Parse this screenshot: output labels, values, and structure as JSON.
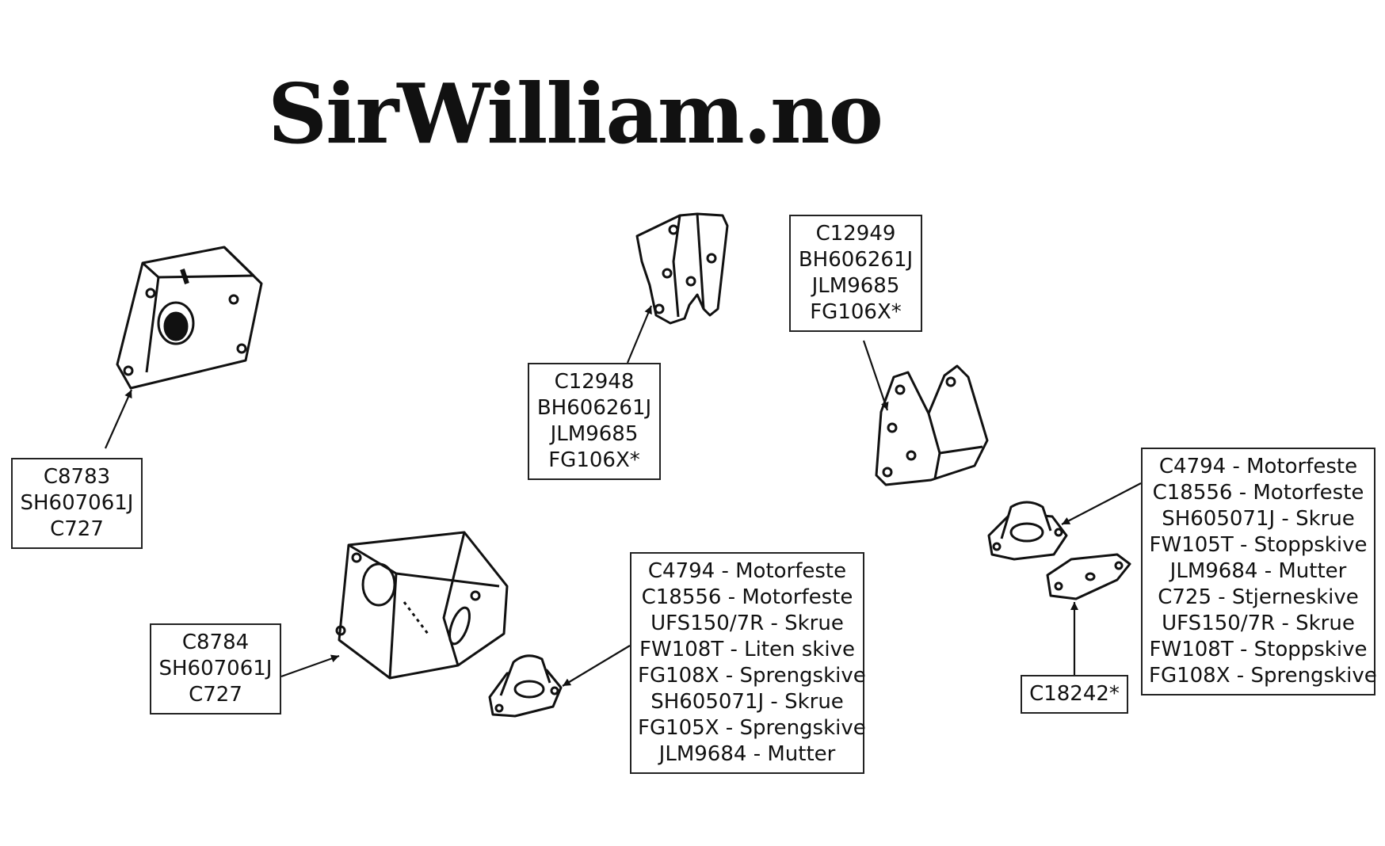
{
  "header": {
    "site_title": "SirWilliam.no"
  },
  "labels": {
    "c8783": [
      "C8783",
      "SH607061J",
      "C727"
    ],
    "c12948": [
      "C12948",
      "BH606261J",
      "JLM9685",
      "FG106X*"
    ],
    "c12949": [
      "C12949",
      "BH606261J",
      "JLM9685",
      "FG106X*"
    ],
    "c8784": [
      "C8784",
      "SH607061J",
      "C727"
    ],
    "mount_left": [
      "C4794 - Motorfeste",
      "C18556 - Motorfeste",
      "UFS150/7R - Skrue",
      "FW108T - Liten skive",
      "FG108X - Sprengskive",
      "SH605071J - Skrue",
      "FG105X - Sprengskive",
      "JLM9684 - Mutter"
    ],
    "mount_right": [
      "C4794 - Motorfeste",
      "C18556 - Motorfeste",
      "SH605071J - Skrue",
      "FW105T - Stoppskive",
      "JLM9684 - Mutter",
      "C725 - Stjerneskive",
      "UFS150/7R - Skrue",
      "FW108T - Stoppskive",
      "FG108X - Sprengskive"
    ],
    "c18242": [
      "C18242*"
    ]
  },
  "colors": {
    "ink": "#111111",
    "background": "#ffffff"
  }
}
